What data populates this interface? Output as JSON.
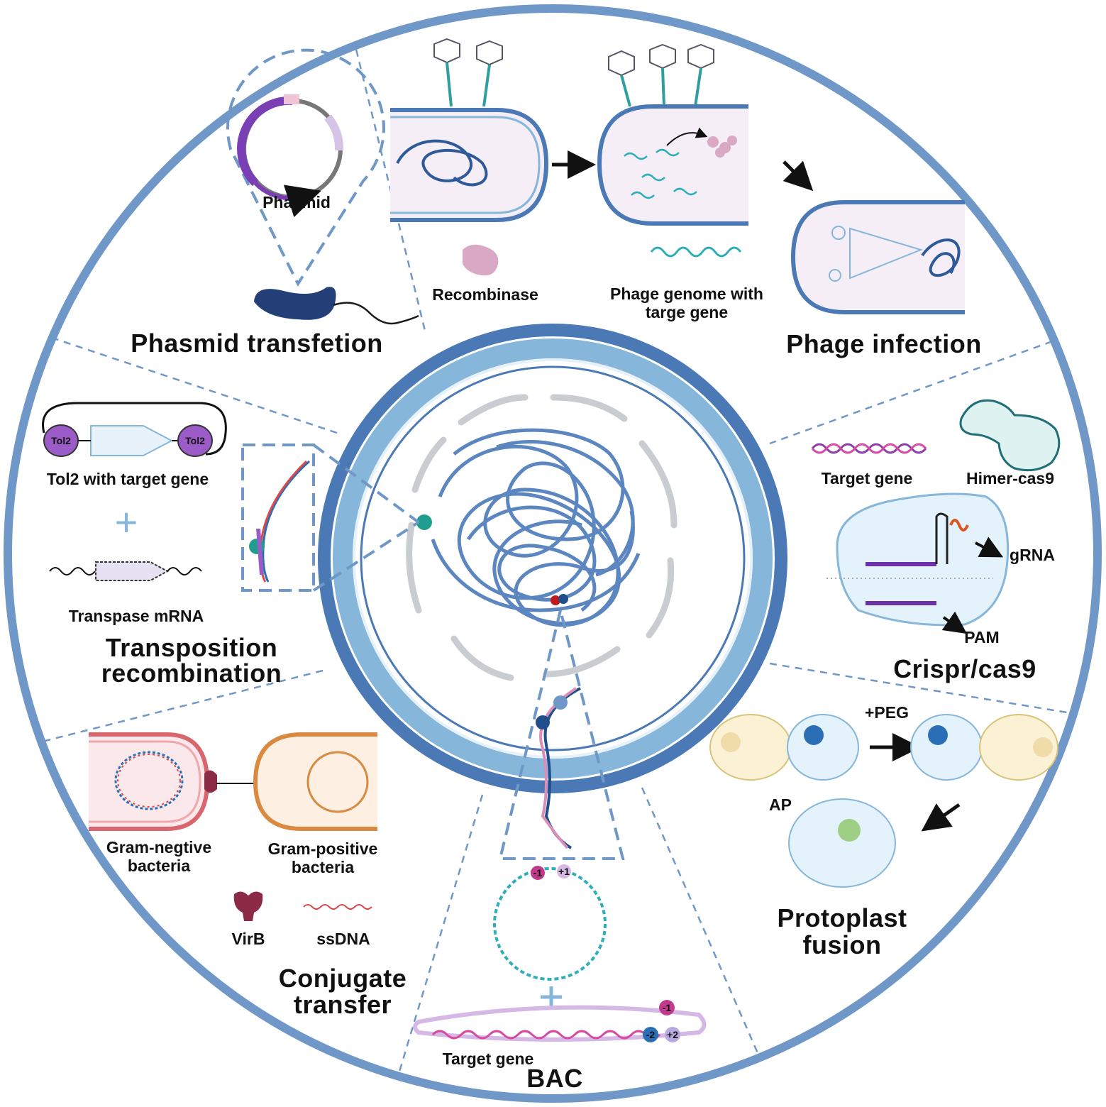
{
  "sections": {
    "phasmid": {
      "title": "Phasmid transfetion",
      "vector_label": "Phasmid"
    },
    "phage": {
      "title": "Phage infection",
      "recombinase_label": "Recombinase",
      "genome_label_line1": "Phage genome with",
      "genome_label_line2": "targe gene"
    },
    "crispr": {
      "title": "Crispr/cas9",
      "target_gene_label": "Target gene",
      "cas9_label": "Himer-cas9",
      "grna_label": "gRNA",
      "pam_label": "PAM"
    },
    "protoplast": {
      "title_line1": "Protoplast",
      "title_line2": "fusion",
      "peg_label": "+PEG",
      "ap_label": "AP"
    },
    "bac": {
      "title": "BAC",
      "target_gene_label": "Target gene",
      "marker_minus1": "-1",
      "marker_plus1": "+1",
      "marker_minus2": "-2",
      "marker_plus2": "+2"
    },
    "conjugate": {
      "title_line1": "Conjugate",
      "title_line2": "transfer",
      "gram_neg_line1": "Gram-negtive",
      "gram_neg_line2": "bacteria",
      "gram_pos_line1": "Gram-positive",
      "gram_pos_line2": "bacteria",
      "virb_label": "VirB",
      "ssdna_label": "ssDNA"
    },
    "transposition": {
      "title_line1": "Transposition",
      "title_line2": "recombination",
      "tol2_label": "Tol2",
      "construct_label": "Tol2 with target gene",
      "mrna_label": "Transpase mRNA",
      "plus_sign": "+"
    }
  },
  "colors": {
    "outer_ring": "#6f98c8",
    "cell_wall": "#4a79b6",
    "cell_wall_light": "#86b6da",
    "dna": "#5b86bf",
    "teal_marker": "#1f9e8f",
    "purple": "#7b3fb5",
    "gram_negative": "#d9656f",
    "gram_positive": "#d98a40",
    "virb": "#8b2b45"
  }
}
